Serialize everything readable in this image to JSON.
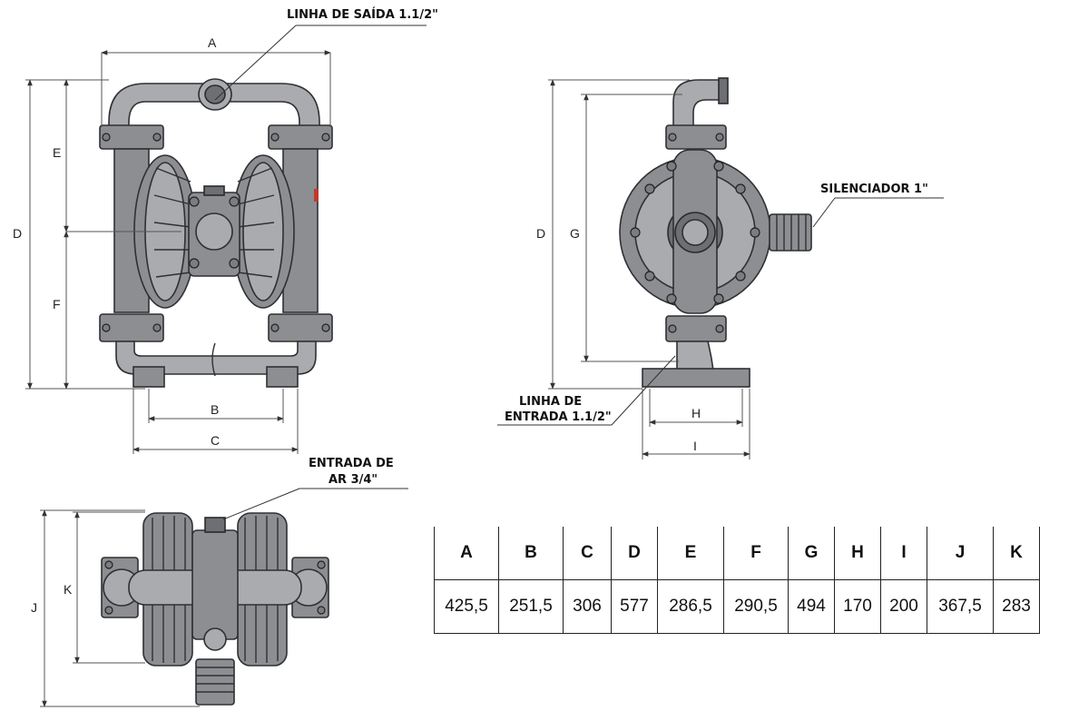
{
  "callouts": {
    "outlet": "LINHA DE SAÍDA 1.1/2\"",
    "silencer": "SILENCIADOR 1\"",
    "inlet_line1": "LINHA DE",
    "inlet_line2": "ENTRADA 1.1/2\"",
    "air_line1": "ENTRADA DE",
    "air_line2": "AR 3/4\""
  },
  "dimension_labels": {
    "A": "A",
    "B": "B",
    "C": "C",
    "D": "D",
    "E": "E",
    "F": "F",
    "G": "G",
    "H": "H",
    "I": "I",
    "J": "J",
    "K": "K"
  },
  "table": {
    "headers": [
      "A",
      "B",
      "C",
      "D",
      "E",
      "F",
      "G",
      "H",
      "I",
      "J",
      "K"
    ],
    "values": [
      "425,5",
      "251,5",
      "306",
      "577",
      "286,5",
      "290,5",
      "494",
      "170",
      "200",
      "367,5",
      "283"
    ]
  },
  "colors": {
    "metal": "#8c8e92",
    "metal_light": "#a9abaf",
    "outline": "#2f3033",
    "accent": "#c0392b"
  }
}
